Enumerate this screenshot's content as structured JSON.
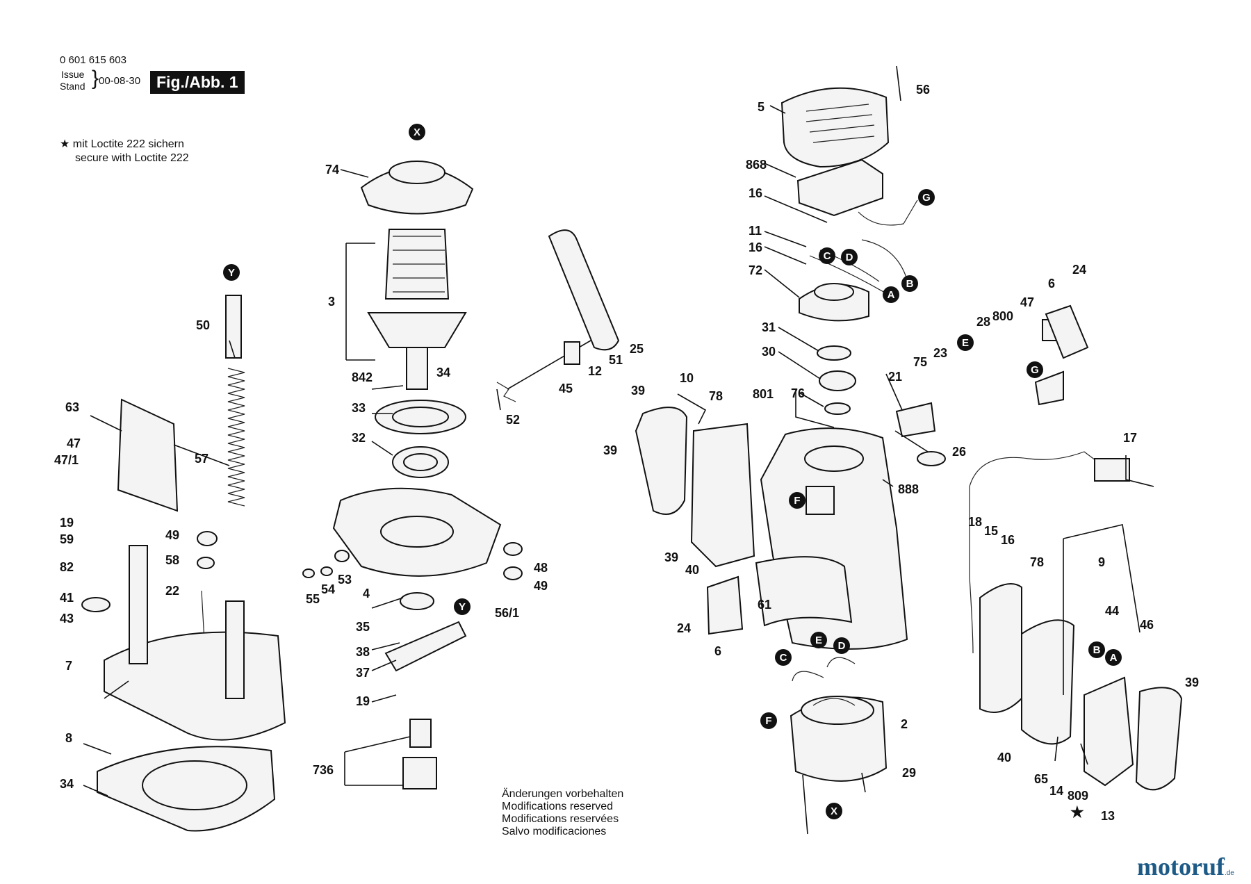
{
  "header": {
    "part_number": "0 601 615 603",
    "issue_label_1": "Issue",
    "issue_label_2": "Stand",
    "issue_date": "00-08-30",
    "figure_badge": "Fig./Abb. 1"
  },
  "note": {
    "line_de": "mit Loctite 222 sichern",
    "line_en": "secure with Loctite 222"
  },
  "footer": {
    "lines": [
      "Änderungen vorbehalten",
      "Modifications reserved",
      "Modifications reservées",
      "Salvo modificaciones"
    ]
  },
  "watermark": {
    "text": "motoruf",
    "suffix": ".de"
  },
  "part_labels": [
    "5",
    "56",
    "868",
    "16",
    "11",
    "16",
    "72",
    "31",
    "30",
    "801",
    "76",
    "21",
    "75",
    "23",
    "28",
    "800",
    "47",
    "6",
    "24",
    "17",
    "26",
    "888",
    "18",
    "15",
    "16",
    "9",
    "78",
    "44",
    "46",
    "39",
    "2",
    "29",
    "40",
    "65",
    "14",
    "809",
    "13",
    "74",
    "3",
    "842",
    "34",
    "33",
    "32",
    "4",
    "35",
    "38",
    "37",
    "19",
    "736",
    "52",
    "45",
    "12",
    "51",
    "25",
    "10",
    "78",
    "39",
    "39",
    "39",
    "40",
    "24",
    "6",
    "61",
    "56/1",
    "48",
    "49",
    "55",
    "54",
    "53",
    "50",
    "57",
    "63",
    "47",
    "47/1",
    "49",
    "58",
    "22",
    "19",
    "59",
    "82",
    "41",
    "43",
    "7",
    "8",
    "34"
  ],
  "connector_markers": [
    "X",
    "Y",
    "Y",
    "X",
    "G",
    "C",
    "D",
    "B",
    "A",
    "E",
    "G",
    "F",
    "C",
    "E",
    "D",
    "F",
    "B",
    "A"
  ]
}
